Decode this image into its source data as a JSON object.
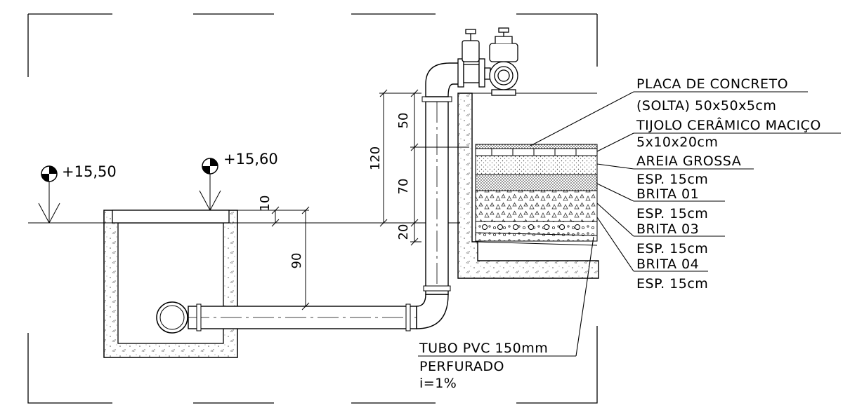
{
  "levels": {
    "left": "+15,50",
    "right": "+15,60"
  },
  "dimensions": {
    "d50": "50",
    "d120": "120",
    "d70": "70",
    "d10": "10",
    "d20": "20",
    "d90": "90"
  },
  "labels": {
    "placa_line1": "PLACA DE CONCRETO",
    "placa_line2": "(SOLTA) 50x50x5cm",
    "tijolo_line1": "TIJOLO CERÂMICO MACIÇO",
    "tijolo_line2": "5x10x20cm",
    "areia_line1": "AREIA GROSSA",
    "areia_line2": "ESP. 15cm",
    "brita01_line1": "BRITA 01",
    "brita01_line2": "ESP. 15cm",
    "brita03_line1": "BRITA 03",
    "brita03_line2": "ESP. 15cm",
    "brita04_line1": "BRITA 04",
    "brita04_line2": "ESP. 15cm",
    "tubo_line1": "TUBO PVC 150mm",
    "tubo_line2": "PERFURADO",
    "tubo_line3": "i=1%"
  }
}
